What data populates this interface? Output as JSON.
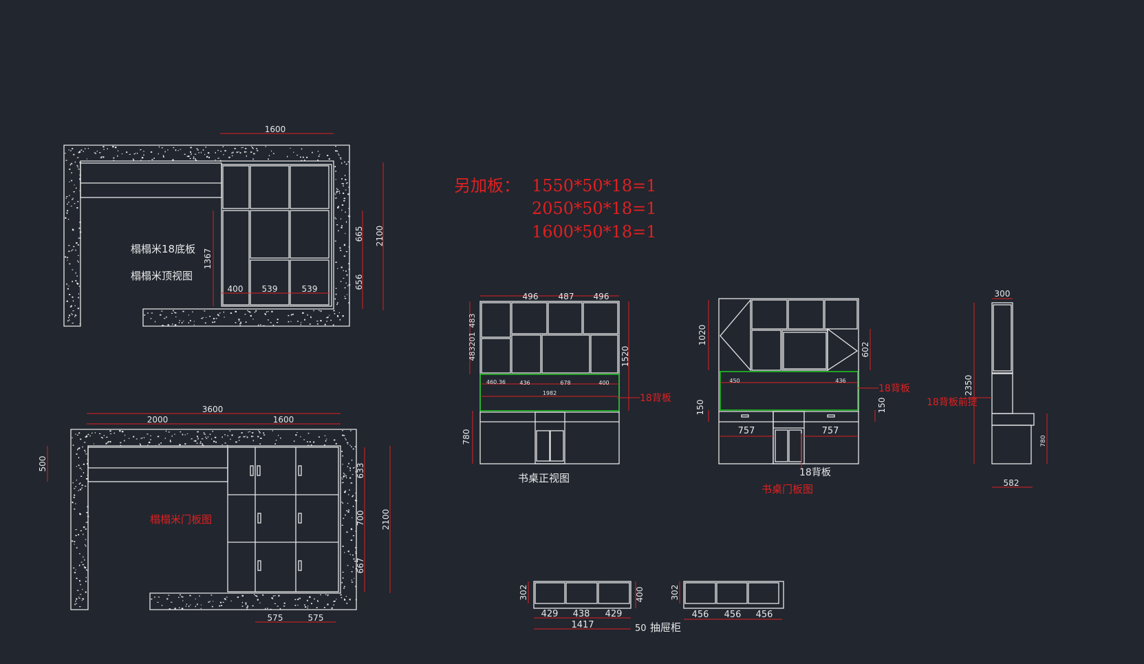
{
  "colors": {
    "background": "#21262f",
    "line": "#e8e8e8",
    "dimension": "#e02020",
    "backpanel": "#22cc22"
  },
  "extra_boards": {
    "label": "另加板：",
    "items": [
      "1550*50*18=1",
      "2050*50*18=1",
      "1600*50*18=1"
    ]
  },
  "top_view": {
    "label_base": "榻榻米18底板",
    "label_title": "榻榻米顶视图",
    "dims": {
      "top": "1600",
      "height_total": "2100",
      "h_upper": "665",
      "h_lower": "656",
      "h_inner": "1367",
      "w1": "400",
      "w2": "539",
      "w3": "539"
    }
  },
  "door_view": {
    "title": "榻榻米门板图",
    "dims": {
      "total": "3600",
      "left": "2000",
      "right": "1600",
      "depth": "500",
      "height_total": "2100",
      "h1": "633",
      "h2": "700",
      "h3": "667",
      "b1": "575",
      "b2": "575"
    }
  },
  "desk_front": {
    "title": "书桌正视图",
    "backpanel": "18背板",
    "dims": {
      "w1": "496",
      "w2": "487",
      "w3": "496",
      "v1": "483",
      "v2": "201",
      "v3": "483",
      "height": "1520",
      "bottom": "780",
      "s1": "460.36",
      "s2": "436",
      "s3": "678",
      "s4": "400",
      "total": "1982"
    }
  },
  "desk_door": {
    "title": "书桌门板图",
    "backpanel_right": "18背板",
    "backpanel_bottom": "18背板",
    "dims": {
      "h_top": "1020",
      "h_mid": "602",
      "s_left": "450",
      "s_right": "436",
      "h150a": "150",
      "h150b": "150",
      "w_left": "757",
      "w_right": "757"
    }
  },
  "side_view": {
    "label": "18背板前提",
    "dims": {
      "top": "300",
      "height": "2350",
      "low": "780",
      "bottom": "582"
    }
  },
  "drawers": {
    "label": "抽屉柜",
    "left": {
      "h": "302",
      "h2": "400",
      "w1": "429",
      "w2": "438",
      "w3": "429",
      "total": "1417",
      "extra": "50"
    },
    "right": {
      "h": "302",
      "w1": "456",
      "w2": "456",
      "w3": "456"
    }
  }
}
